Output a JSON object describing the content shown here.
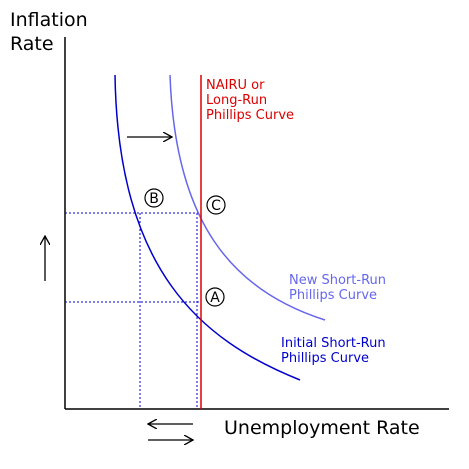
{
  "chart_data": {
    "type": "line",
    "title": "",
    "ylabel_lines": [
      "Inflation",
      "Rate"
    ],
    "xlabel": "Unemployment Rate",
    "ticks": "none",
    "grid": false,
    "legend": "none",
    "series": [
      {
        "name_lines": [
          "Initial Short-Run",
          "Phillips Curve"
        ],
        "color": "#0000cc",
        "shape": "convex-decreasing"
      },
      {
        "name_lines": [
          "New Short-Run",
          "Phillips Curve"
        ],
        "color": "#6666ee",
        "shape": "convex-decreasing"
      },
      {
        "name_lines": [
          "NAIRU or",
          "Long-Run",
          "Phillips Curve"
        ],
        "color": "#dd0000",
        "shape": "vertical"
      }
    ],
    "points": [
      {
        "label": "A",
        "on": [
          "Initial Short-Run Phillips Curve",
          "NAIRU or Long-Run Phillips Curve"
        ]
      },
      {
        "label": "B",
        "on": [
          "Initial Short-Run Phillips Curve"
        ]
      },
      {
        "label": "C",
        "on": [
          "New Short-Run Phillips Curve",
          "NAIRU or Long-Run Phillips Curve"
        ]
      }
    ],
    "annotations": [
      {
        "type": "arrow",
        "direction": "right",
        "meaning": "curve shift"
      },
      {
        "type": "arrow",
        "direction": "up",
        "meaning": "inflation rises"
      },
      {
        "type": "double-arrow",
        "direction": "left-right",
        "meaning": "unemployment moves and returns"
      }
    ],
    "colors": {
      "axis": "#000000",
      "guide": "#0000cc"
    }
  }
}
